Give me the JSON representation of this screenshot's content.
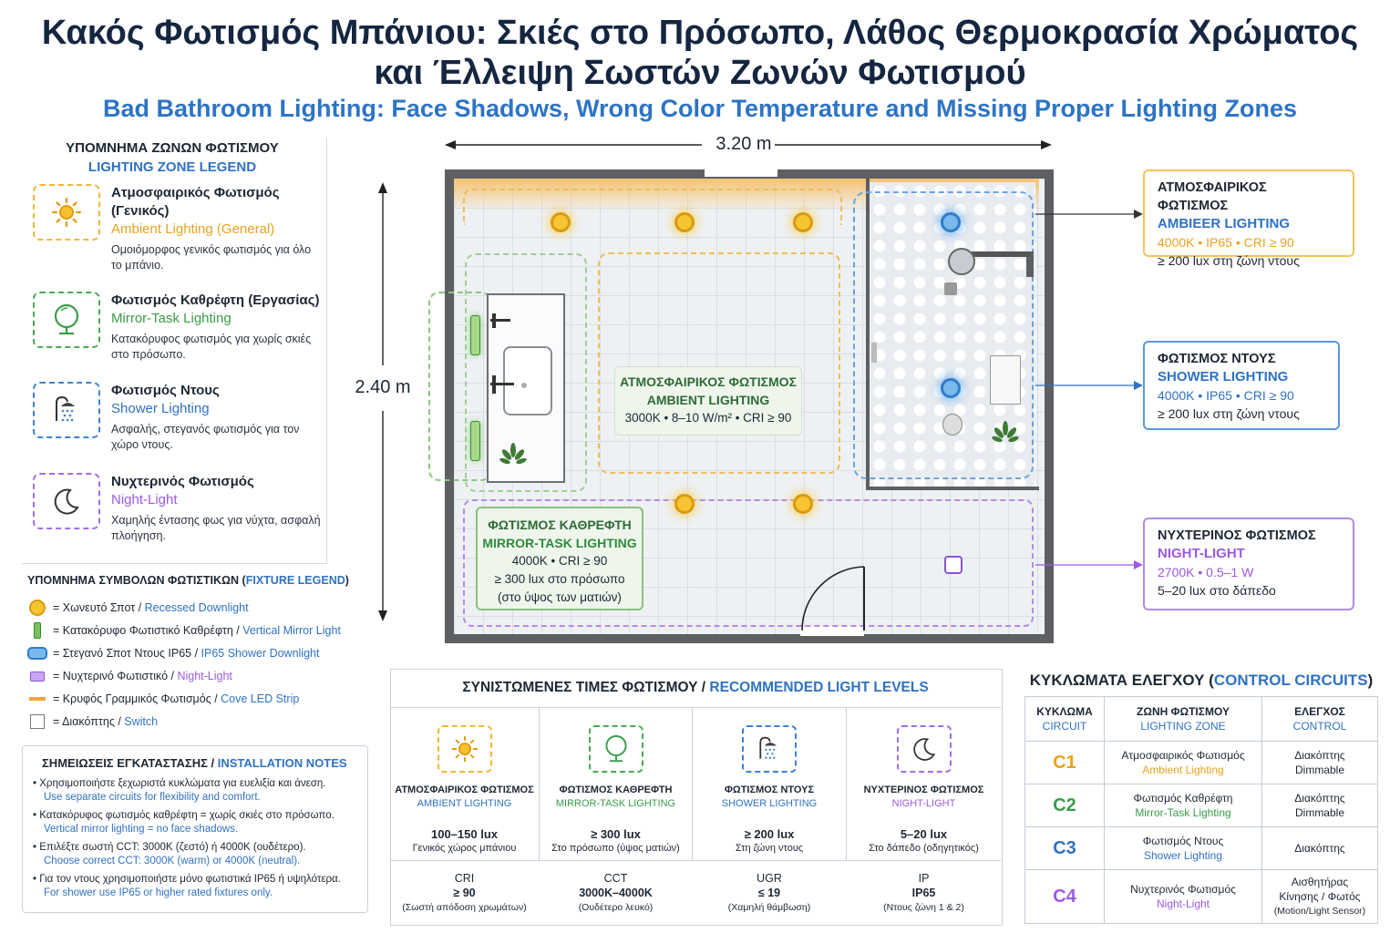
{
  "title": {
    "line1": "Κακός Φωτισμός Μπάνιου: Σκιές στο Πρόσωπο, Λάθος Θερμοκρασία Χρώματος",
    "line2": "και Έλλειψη Σωστών Ζωνών Φωτισμού",
    "en": "Bad Bathroom Lighting: Face Shadows, Wrong Color Temperature and Missing Proper Lighting Zones"
  },
  "colors": {
    "ambient": "#e8a21e",
    "mirror": "#3a9c4a",
    "shower": "#2f72c2",
    "night": "#9b5ae0",
    "wall": "#5d5f63"
  },
  "zone_legend": {
    "title_gr": "ΥΠΟΜΝΗΜΑ ΖΩΝΩΝ ΦΩΤΙΣΜΟΥ",
    "title_en": "LIGHTING ZONE LEGEND",
    "items": [
      {
        "icon": "sun-icon",
        "name_gr": "Ατμοσφαιρικός Φωτισμός (Γενικός)",
        "name_en": "Ambient Lighting (General)",
        "desc": "Ομοιόμορφος γενικός φωτισμός για όλο το μπάνιο."
      },
      {
        "icon": "mirror-icon",
        "name_gr": "Φωτισμός Καθρέφτη (Εργασίας)",
        "name_en": "Mirror-Task Lighting",
        "desc": "Κατακόρυφος φωτισμός για χωρίς σκιές στο πρόσωπο."
      },
      {
        "icon": "shower-icon",
        "name_gr": "Φωτισμός Ντους",
        "name_en": "Shower Lighting",
        "desc": "Ασφαλής, στεγανός φωτισμός για τον χώρο ντους."
      },
      {
        "icon": "moon-icon",
        "name_gr": "Νυχτερινός Φωτισμός",
        "name_en": "Night-Light",
        "desc": "Χαμηλής έντασης φως για νύχτα, ασφαλή πλοήγηση."
      }
    ]
  },
  "fixture_legend": {
    "title_gr": "ΥΠΟΜΝΗΜΑ ΣΥΜΒΟΛΩΝ ΦΩΤΙΣΤΙΚΩΝ (",
    "title_en": "FIXTURE LEGEND",
    "title_end": ")",
    "items": [
      {
        "icon": "recessed-downlight-icon",
        "gr": "=  Χωνευτό Σποτ / ",
        "en": "Recessed Downlight"
      },
      {
        "icon": "vertical-mirror-light-icon",
        "gr": "=  Κατακόρυφο Φωτιστικό Καθρέφτη / ",
        "en": "Vertical Mirror Light"
      },
      {
        "icon": "shower-downlight-icon",
        "gr": "=  Στεγανό Σποτ Ντους IP65 / ",
        "en": "IP65 Shower Downlight"
      },
      {
        "icon": "night-light-icon",
        "gr": "=  Νυχτερινό Φωτιστικό / ",
        "en": "Night-Light"
      },
      {
        "icon": "cove-led-strip-icon",
        "gr": "=  Κρυφός Γραμμικός Φωτισμός / ",
        "en": "Cove LED Strip"
      },
      {
        "icon": "switch-icon",
        "gr": "=  Διακόπτης / ",
        "en": "Switch"
      }
    ]
  },
  "install_notes": {
    "title_gr": "ΣΗΜΕΙΩΣΕΙΣ ΕΓΚΑΤΑΣΤΑΣΗΣ / ",
    "title_en": "INSTALLATION NOTES",
    "items": [
      {
        "gr": "Χρησιμοποιήστε ξεχωριστά κυκλώματα για ευελιξία και άνεση.",
        "en": "Use separate circuits for flexibility and comfort."
      },
      {
        "gr": "Κατακόρυφος φωτισμός καθρέφτη = χωρίς σκιές στο πρόσωπο.",
        "en": "Vertical mirror lighting = no face shadows."
      },
      {
        "gr": "Επιλέξτε σωστή CCT: 3000K (ζεστό) ή 4000K (ουδέτερο).",
        "en": "Choose correct CCT: 3000K (warm) or 4000K (neutral)."
      },
      {
        "gr": "Για τον ντους χρησιμοποιήστε μόνο φωτιστικά IP65 ή υψηλότερα.",
        "en": "For shower use IP65 or higher rated fixtures only."
      }
    ]
  },
  "plan": {
    "width_label": "3.20 m",
    "height_label": "2.40 m",
    "ambient_zone": {
      "gr": "ΑΤΜΟΣΦΑΙΡΙΚΟΣ ΦΩΤΙΣΜΟΣ",
      "en": "AMBIENT LIGHTING",
      "spec": "3000K • 8–10 W/m² • CRI ≥ 90"
    },
    "mirror_zone": {
      "gr": "ΦΩΤΙΣΜΟΣ ΚΑΘΡΕΦΤΗ",
      "en": "MIRROR-TASK LIGHTING",
      "spec": "4000K • CRI ≥ 90",
      "lux": "≥ 300 lux στο πρόσωπο",
      "note": "(στο ύψος των ματιών)"
    }
  },
  "callouts": {
    "ambient": {
      "gr": "ΑΤΜΟΣΦΑΙΡΙΚΟΣ ΦΩΤΙΣΜΟΣ",
      "en": "AMBIEER LIGHTING",
      "spec": "4000K • IP65 • CRI ≥ 90",
      "lux": "≥ 200 lux στη ζώνη ντους"
    },
    "shower": {
      "gr": "ΦΩΤΙΣΜΟΣ ΝΤΟΥΣ",
      "en": "SHOWER LIGHTING",
      "spec": "4000K • IP65 • CRI ≥ 90",
      "lux": "≥ 200 lux στη ζώνη ντους"
    },
    "night": {
      "gr": "ΝΥΧΤΕΡΙΝΟΣ ΦΩΤΙΣΜΟΣ",
      "en": "NIGHT-LIGHT",
      "spec": "2700K • 0.5–1 W",
      "lux": "5–20 lux στο δάπεδο"
    }
  },
  "recommended": {
    "title_gr": "ΣΥΝΙΣΤΩΜΕΝΕΣ ΤΙΜΕΣ ΦΩΤΙΣΜΟΥ / ",
    "title_en": "RECOMMENDED LIGHT LEVELS",
    "zones": [
      {
        "icon": "sun-icon",
        "gr": "ΑΤΜΟΣΦΑΙΡΙΚΟΣ ΦΩΤΙΣΜΟΣ",
        "en": "AMBIENT LIGHTING",
        "value": "100–150 lux",
        "desc": "Γενικός χώρος μπάνιου"
      },
      {
        "icon": "mirror-icon",
        "gr": "ΦΩΤΙΣΜΟΣ ΚΑΘΡΕΦΤΗ",
        "en": "MIRROR-TASK LIGHTING",
        "value": "≥ 300 lux",
        "desc": "Στο πρόσωπο (ύψος ματιών)"
      },
      {
        "icon": "shower-icon",
        "gr": "ΦΩΤΙΣΜΟΣ ΝΤΟΥΣ",
        "en": "SHOWER LIGHTING",
        "value": "≥ 200 lux",
        "desc": "Στη ζώνη ντους"
      },
      {
        "icon": "moon-icon",
        "gr": "ΝΥΧΤΕΡΙΝΟΣ ΦΩΤΙΣΜΟΣ",
        "en": "NIGHT-LIGHT",
        "value": "5–20 lux",
        "desc": "Στο δάπεδο (οδηγητικός)"
      }
    ],
    "metrics": [
      {
        "name": "CRI",
        "value": "≥ 90",
        "desc": "(Σωστή απόδοση χρωμάτων)"
      },
      {
        "name": "CCT",
        "value": "3000K–4000K",
        "desc": "(Ουδέτερο λευκό)"
      },
      {
        "name": "UGR",
        "value": "≤ 19",
        "desc": "(Χαμηλή θάμβωση)"
      },
      {
        "name": "IP",
        "value": "IP65",
        "desc": "(Ντους ζώνη 1 & 2)"
      }
    ]
  },
  "circuits": {
    "title_gr": "ΚΥΚΛΩΜΑΤΑ ΕΛΕΓΧΟΥ (",
    "title_en": "CONTROL CIRCUITS",
    "title_end": ")",
    "headers": [
      {
        "gr": "ΚΥΚΛΩΜΑ",
        "en": "CIRCUIT"
      },
      {
        "gr": "ΖΩΝΗ ΦΩΤΙΣΜΟΥ",
        "en": "LIGHTING ZONE"
      },
      {
        "gr": "ΕΛΕΓΧΟΣ",
        "en": "CONTROL"
      }
    ],
    "rows": [
      {
        "code": "C1",
        "zone_gr": "Ατμοσφαιρικός Φωτισμός",
        "zone_en": "Ambient Lighting",
        "control1": "Διακόπτης",
        "control2": "Dimmable"
      },
      {
        "code": "C2",
        "zone_gr": "Φωτισμός Καθρέφτη",
        "zone_en": "Mirror-Task Lighting",
        "control1": "Διακόπτης",
        "control2": "Dimmable"
      },
      {
        "code": "C3",
        "zone_gr": "Φωτισμός Ντους",
        "zone_en": "Shower Lighting",
        "control1": "Διακόπτης",
        "control2": ""
      },
      {
        "code": "C4",
        "zone_gr": "Νυχτερινός Φωτισμός",
        "zone_en": "Night-Light",
        "control1": "Αισθητήρας Κίνησης / Φωτός",
        "control2": "(Motion/Light Sensor)"
      }
    ]
  }
}
